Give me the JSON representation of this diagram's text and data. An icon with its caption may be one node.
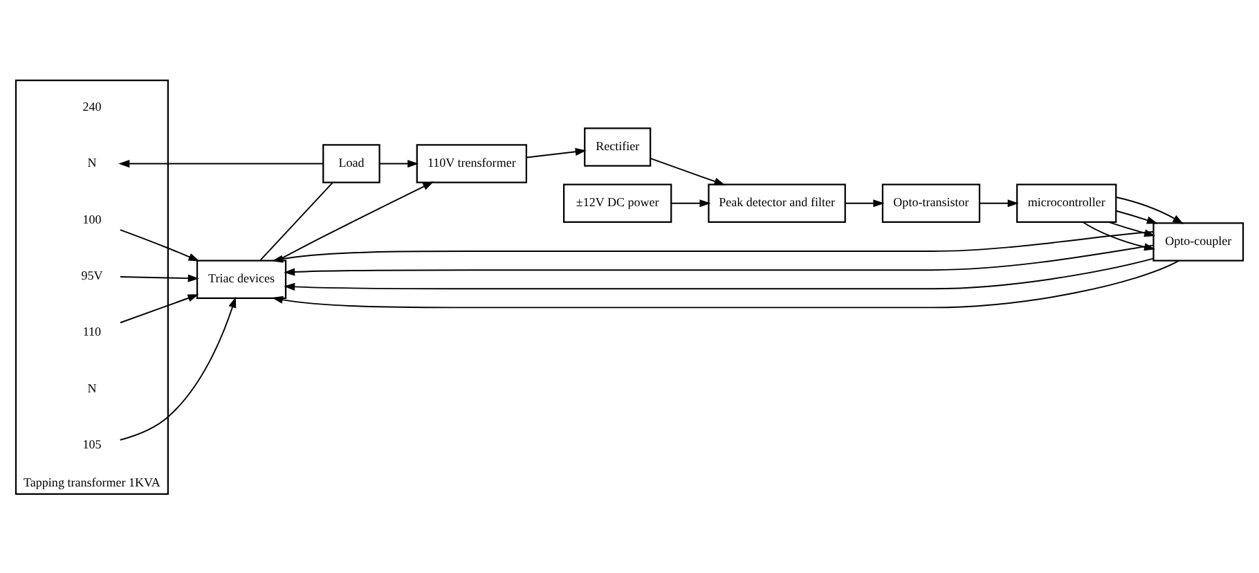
{
  "diagram": {
    "nodes": [
      {
        "text": [
          "Tapping transformer 1KVA"
        ]
      },
      {
        "text": [
          "240"
        ],
        "in": 0
      },
      {
        "text": [
          "110"
        ],
        "in": 0
      },
      {
        "text": [
          "105"
        ],
        "in": 0
      },
      {
        "text": [
          "100"
        ],
        "in": 0
      },
      {
        "text": [
          "95V"
        ],
        "in": 0
      },
      {
        "text": [
          "N"
        ],
        "in": 0
      },
      {
        "text": [
          "N"
        ],
        "in": 0
      },
      {
        "text": [
          "Triac devices"
        ]
      },
      {
        "text": [
          "Load"
        ]
      },
      {
        "text": [
          "110V trensformer"
        ]
      },
      {
        "text": [
          "Opto-coupler"
        ]
      },
      {
        "text": [
          "Rectifier"
        ]
      },
      {
        "text": [
          "microcontroller"
        ]
      },
      {
        "text": [
          "Opto-transistor"
        ]
      },
      {
        "text": [
          "Peak detector and filter"
        ]
      },
      {
        "text": [
          "±12V DC power"
        ]
      }
    ],
    "edges": [
      {
        "from": 2,
        "to": 8,
        "arrow": "to"
      },
      {
        "from": 3,
        "to": 8,
        "arrow": "to"
      },
      {
        "from": 4,
        "to": 8,
        "arrow": "to"
      },
      {
        "from": 5,
        "to": 8,
        "arrow": "to"
      },
      {
        "from": 8,
        "to": 9,
        "arrow": "none"
      },
      {
        "from": 8,
        "to": 10,
        "arrow": "to"
      },
      {
        "from": 9,
        "to": 10,
        "arrow": "to"
      },
      {
        "from": 9,
        "to": 7,
        "arrow": "to"
      },
      {
        "from": 11,
        "to": 8,
        "arrow": "to"
      },
      {
        "from": 11,
        "to": 8,
        "arrow": "to"
      },
      {
        "from": 11,
        "to": 8,
        "arrow": "to"
      },
      {
        "from": 11,
        "to": 8,
        "arrow": "to"
      },
      {
        "from": 13,
        "to": 11,
        "arrow": "to"
      },
      {
        "from": 13,
        "to": 11,
        "arrow": "to"
      },
      {
        "from": 13,
        "to": 11,
        "arrow": "to"
      },
      {
        "from": 13,
        "to": 11,
        "arrow": "to"
      },
      {
        "from": 10,
        "to": 12,
        "arrow": "to"
      },
      {
        "from": 12,
        "to": 15,
        "arrow": "to"
      },
      {
        "from": 16,
        "to": 15,
        "arrow": "to"
      },
      {
        "from": 15,
        "to": 14,
        "arrow": "to"
      },
      {
        "from": 14,
        "to": 13,
        "arrow": "to"
      }
    ]
  }
}
